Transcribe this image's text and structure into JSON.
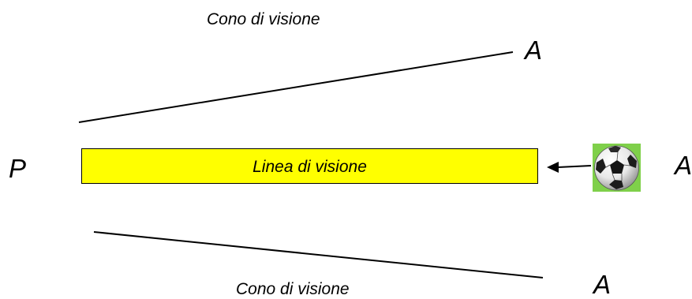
{
  "labels": {
    "cone_top": "Cono di visione",
    "cone_bottom": "Cono di visione",
    "line_of_sight": "Linea di visione",
    "observer": "P",
    "point_top": "A",
    "point_middle": "A",
    "point_bottom": "A"
  },
  "colors": {
    "sight_bar": "#ffff00",
    "ball_background": "#7fd04a",
    "lines": "#000000"
  },
  "icons": {
    "ball": "soccer-ball-icon",
    "arrow": "left-arrow-icon"
  }
}
